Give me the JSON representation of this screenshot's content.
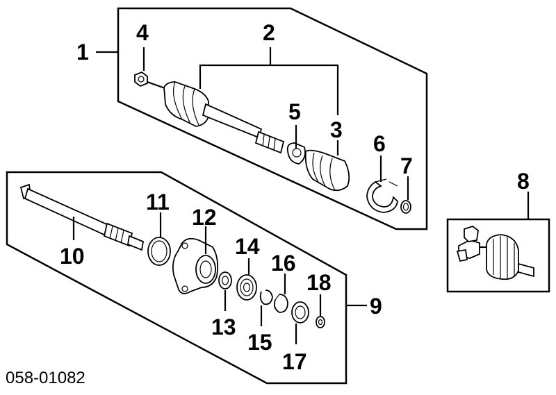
{
  "diagram_code": "058-01082",
  "callouts": {
    "c1": "1",
    "c2": "2",
    "c3": "3",
    "c4": "4",
    "c5": "5",
    "c6": "6",
    "c7": "7",
    "c8": "8",
    "c9": "9",
    "c10": "10",
    "c11": "11",
    "c12": "12",
    "c13": "13",
    "c14": "14",
    "c15": "15",
    "c16": "16",
    "c17": "17",
    "c18": "18"
  }
}
